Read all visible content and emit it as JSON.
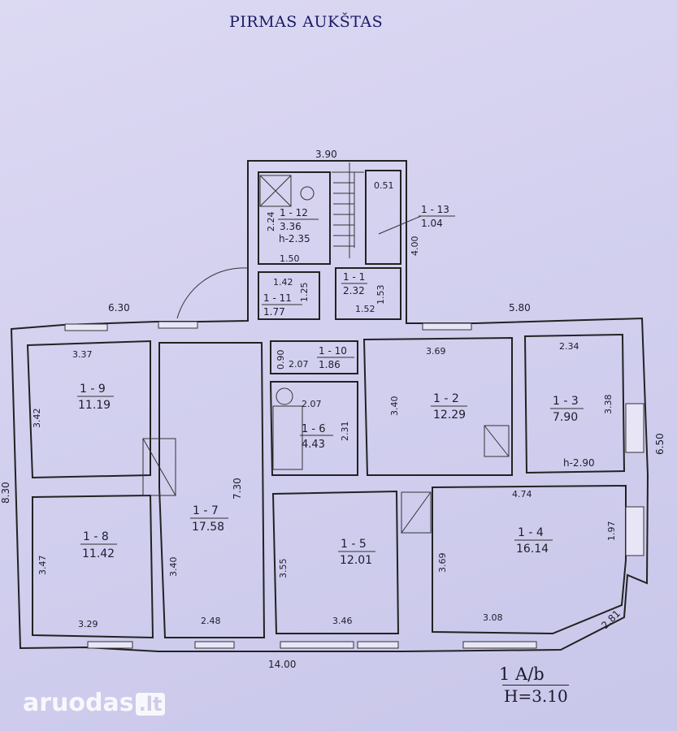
{
  "page": {
    "title": "PIRMAS AUKŠTAS"
  },
  "dimensions": {
    "top_stair": "3.90",
    "left_top": "6.30",
    "right_top": "5.80",
    "bottom": "14.00",
    "left_side": "8.30",
    "right_side": "6.50",
    "diagonal": "2.81",
    "d_224": "2.24",
    "d_150": "1.50",
    "d_051": "0.51",
    "d_400": "4.00",
    "d_142": "1.42",
    "d_125": "1.25",
    "d_153": "1.53",
    "d_152": "1.52",
    "d_337": "3.37",
    "d_342": "3.42",
    "d_090": "0.90",
    "d_207a": "2.07",
    "d_207b": "2.07",
    "d_231": "2.31",
    "d_369a": "3.69",
    "d_340a": "3.40",
    "d_234": "2.34",
    "d_338": "3.38",
    "d_730": "7.30",
    "d_347": "3.47",
    "d_340b": "3.40",
    "d_329": "3.29",
    "d_248": "2.48",
    "d_355": "3.55",
    "d_346": "3.46",
    "d_474": "4.74",
    "d_197": "1.97",
    "d_369b": "3.69",
    "d_308": "3.08"
  },
  "rooms": [
    {
      "id": "1 - 1",
      "area": "2.32"
    },
    {
      "id": "1 - 2",
      "area": "12.29"
    },
    {
      "id": "1 - 3",
      "area": "7.90",
      "height": "h-2.90"
    },
    {
      "id": "1 - 4",
      "area": "16.14"
    },
    {
      "id": "1 - 5",
      "area": "12.01"
    },
    {
      "id": "1 - 6",
      "area": "4.43"
    },
    {
      "id": "1 - 7",
      "area": "17.58"
    },
    {
      "id": "1 - 8",
      "area": "11.42"
    },
    {
      "id": "1 - 9",
      "area": "11.19"
    },
    {
      "id": "1 - 10",
      "area": "1.86"
    },
    {
      "id": "1 - 11",
      "area": "1.77"
    },
    {
      "id": "1 - 12",
      "area": "3.36",
      "height": "h-2.35"
    },
    {
      "id": "1 - 13",
      "area": "1.04"
    }
  ],
  "stamp": {
    "code": "1 A/b",
    "height": "H=3.10"
  },
  "watermark": {
    "brand": "aruodas",
    "tld": ".lt"
  }
}
